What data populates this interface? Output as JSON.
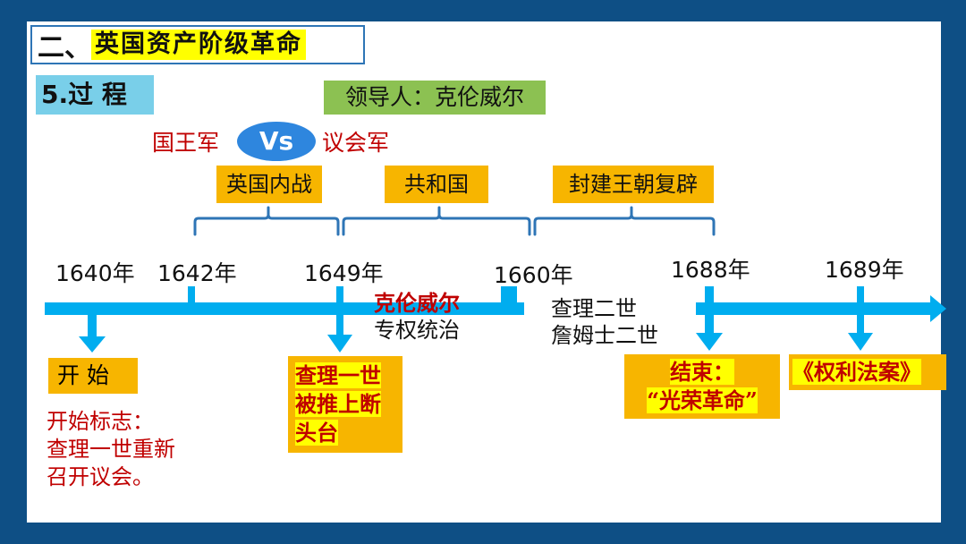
{
  "heading": {
    "prefix": "二、",
    "title": "英国资产阶级革命"
  },
  "section": {
    "label": "5.过 程"
  },
  "leader": {
    "text": "领导人：克伦威尔"
  },
  "sides": {
    "left": "国王军",
    "vs": "Vs",
    "right": "议会军"
  },
  "periods": [
    "英国内战",
    "共和国",
    "封建王朝复辟"
  ],
  "years": [
    "1640年",
    "1642年",
    "1649年",
    "1660年",
    "1688年",
    "1689年"
  ],
  "events": {
    "start": {
      "label": "开 始",
      "note_lines": [
        "开始标志：",
        "查理一世重新",
        "召开议会。"
      ]
    },
    "execution": {
      "lines": [
        "查理一世",
        "被推上断",
        "头台"
      ]
    },
    "cromwell": {
      "line1": "克伦威尔",
      "line2": "专权统治"
    },
    "restoration": {
      "line1": "查理二世",
      "line2": "詹姆士二世"
    },
    "end": {
      "line1": "结束：",
      "line2": "“光荣革命”"
    },
    "bill": {
      "text": "《权利法案》"
    }
  },
  "colors": {
    "background": "#0e4f85",
    "axis": "#00adef",
    "period_box": "#f7b500",
    "highlight": "#ffff00",
    "leader_box": "#8cc152",
    "section_box": "#79cfe9",
    "vs_ellipse": "#2e86de",
    "accent_red": "#c00000"
  }
}
